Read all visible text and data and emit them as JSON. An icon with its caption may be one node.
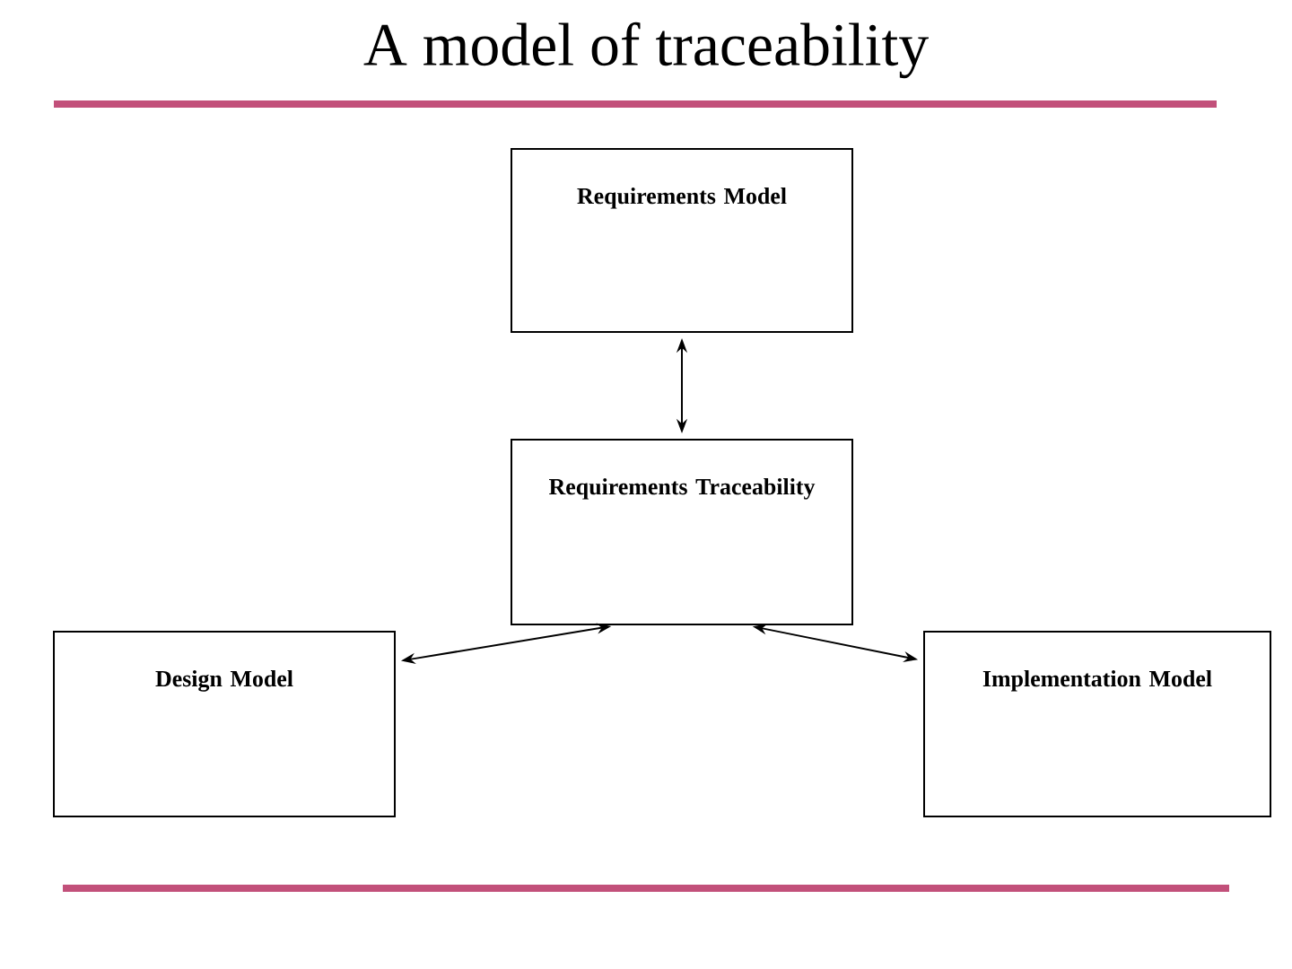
{
  "diagram": {
    "title": "A model of traceability",
    "nodes": [
      {
        "text": [
          "Requirements Model"
        ]
      },
      {
        "text": [
          "Requirements Traceability"
        ]
      },
      {
        "text": [
          "Design Model"
        ]
      },
      {
        "text": [
          "Implementation Model"
        ]
      }
    ],
    "edges": [
      {
        "from": 0,
        "to": 1,
        "arrow": "both"
      },
      {
        "from": 1,
        "to": 2,
        "arrow": "both"
      },
      {
        "from": 1,
        "to": 3,
        "arrow": "both"
      }
    ]
  }
}
